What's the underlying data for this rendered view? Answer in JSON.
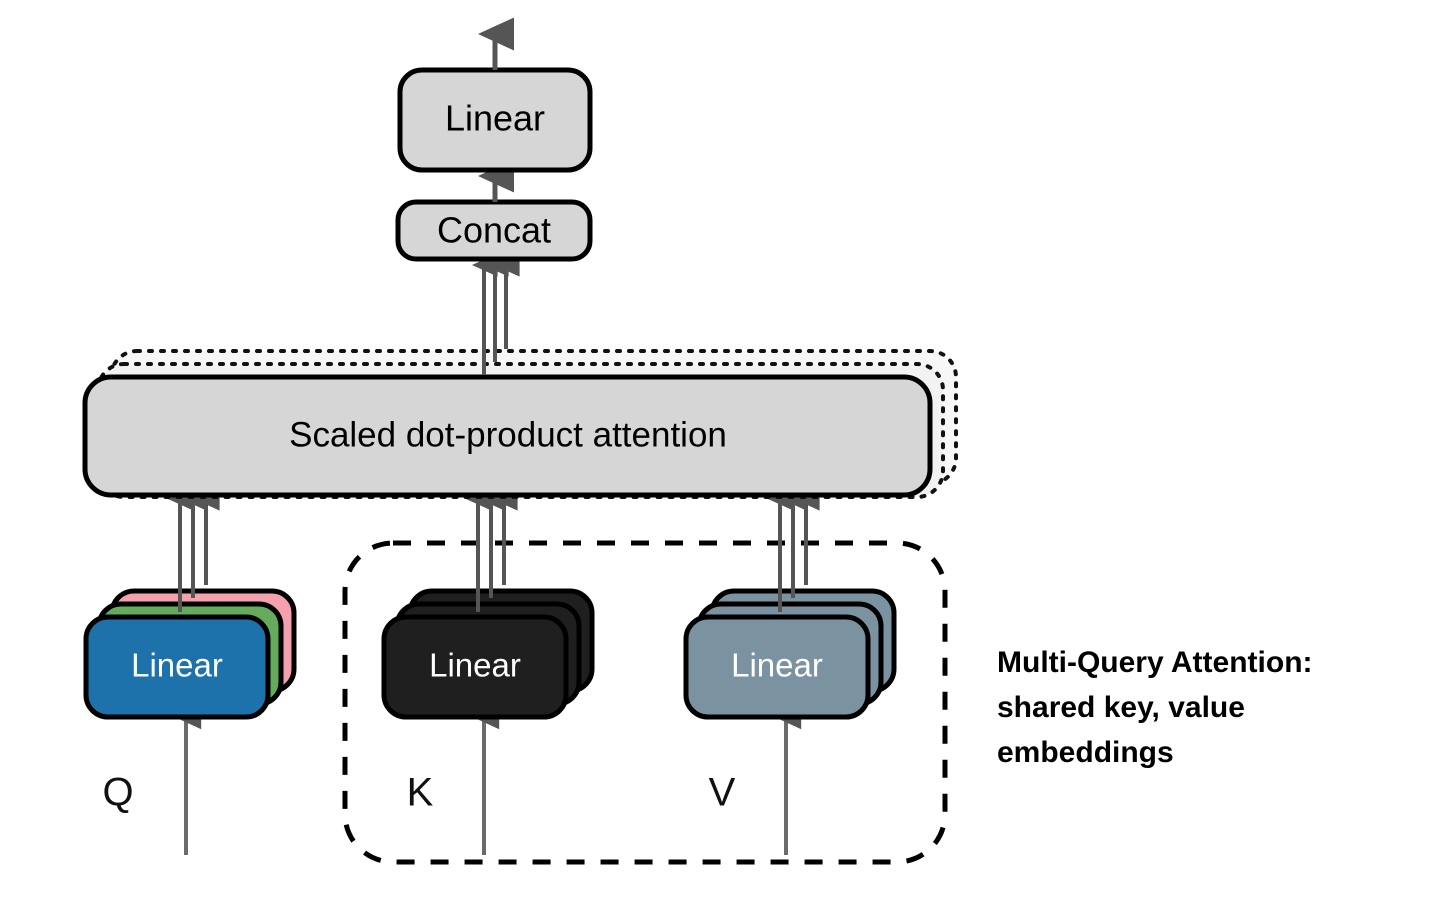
{
  "diagram": {
    "title": "Multi-Query Attention",
    "nodes": {
      "output_linear": {
        "label": "Linear",
        "fill": "#d6d6d6",
        "stroke": "#000000"
      },
      "concat": {
        "label": "Concat",
        "fill": "#d6d6d6",
        "stroke": "#000000"
      },
      "attention": {
        "label": "Scaled dot-product attention",
        "fill": "#d6d6d6",
        "stroke": "#000000"
      },
      "q_linear": {
        "label": "Linear",
        "fill": "#1d72ab",
        "stroke": "#000000",
        "text_color": "#ffffff"
      },
      "k_linear": {
        "label": "Linear",
        "fill": "#1f1f1f",
        "stroke": "#000000",
        "text_color": "#ffffff"
      },
      "v_linear": {
        "label": "Linear",
        "fill": "#7b92a1",
        "stroke": "#000000",
        "text_color": "#ffffff"
      }
    },
    "stack_layers": {
      "q": [
        "#f4a0ad",
        "#66ab5b",
        "#1d72ab"
      ],
      "k": [
        "#1f1f1f",
        "#1f1f1f",
        "#1f1f1f"
      ],
      "v": [
        "#7b92a1",
        "#7b92a1",
        "#7b92a1"
      ]
    },
    "input_labels": {
      "q": "Q",
      "k": "K",
      "v": "V"
    },
    "annotation": {
      "line1": "Multi-Query Attention:",
      "line2": "shared key, value",
      "line3": "embeddings"
    },
    "colors": {
      "gray_fill": "#d6d6d6",
      "arrow": "#555555",
      "stroke": "#000000",
      "dashed_group": "#000000",
      "background": "#ffffff"
    },
    "edges": {
      "q_to_attention_count": 3,
      "k_to_attention_count": 3,
      "v_to_attention_count": 3,
      "attention_to_concat_count": 3,
      "concat_to_linear_count": 1,
      "linear_to_output_count": 1
    },
    "grouping": {
      "dashed_box_label": "shared key and value group",
      "members": [
        "K",
        "V"
      ]
    }
  }
}
